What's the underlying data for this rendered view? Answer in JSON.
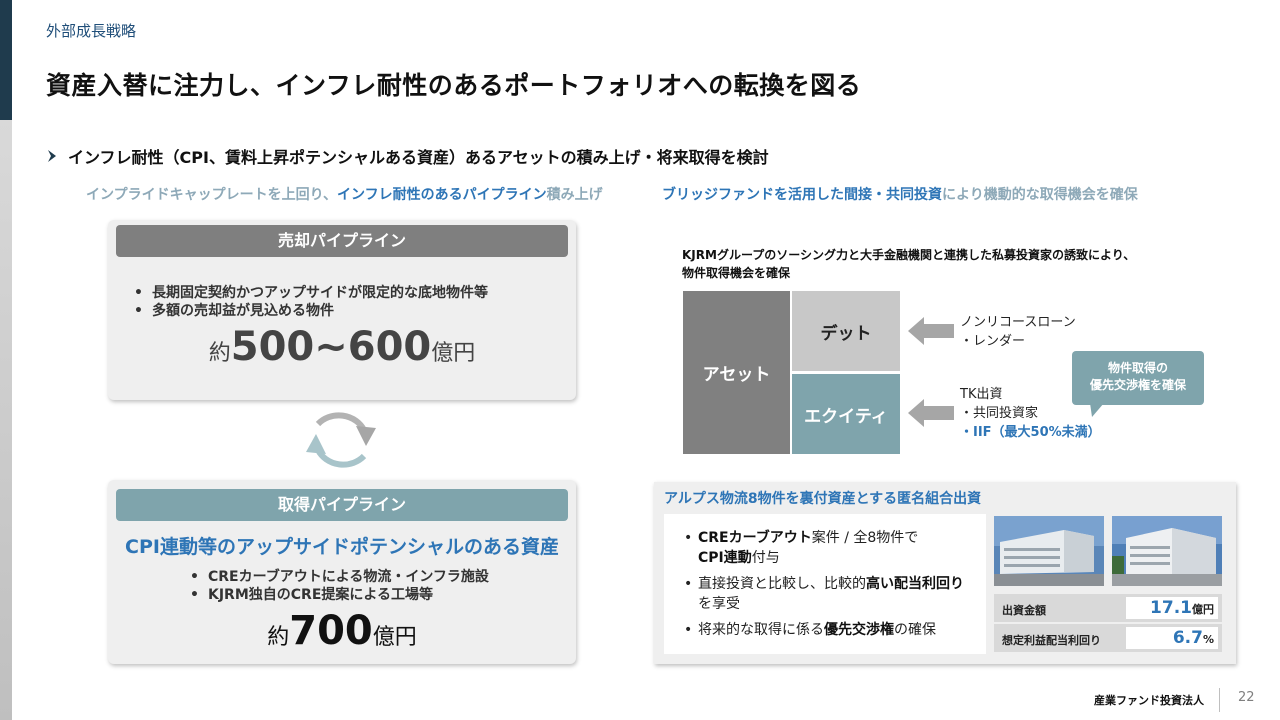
{
  "section_label": "外部成長戦略",
  "title": "資産入替に注力し、インフレ耐性のあるポートフォリオへの転換を図る",
  "bullet_heading": "インフレ耐性（CPI、賃料上昇ポテンシャルある資産）あるアセットの積み上げ・将来取得を検討",
  "left": {
    "subhead_pre": "インプライドキャップレートを上回り、",
    "subhead_hl": "インフレ耐性のあるパイプライン",
    "subhead_post": "積み上げ",
    "sale": {
      "header": "売却パイプライン",
      "items": [
        "長期固定契約かつアップサイドが限定的な底地物件等",
        "多額の売却益が見込める物件"
      ],
      "amount_prefix": "約",
      "amount_value": "500~600",
      "amount_unit": "億円"
    },
    "acquisition": {
      "header": "取得パイプライン",
      "title": "CPI連動等のアップサイドポテンシャルのある資産",
      "items": [
        "CREカーブアウトによる物流・インフラ施設",
        "KJRM独自のCRE提案による工場等"
      ],
      "amount_prefix": "約",
      "amount_value": "700",
      "amount_unit": "億円"
    }
  },
  "right": {
    "subhead_hl": "ブリッジファンドを活用した間接・共同投資",
    "subhead_post": "により機動的な取得機会を確保",
    "note_line1": "KJRMグループのソーシング力と大手金融機関と連携した私募投資家の誘致により、",
    "note_line2": "物件取得機会を確保",
    "stack": {
      "asset": "アセット",
      "debt": "デット",
      "equity": "エクイティ"
    },
    "debt_src": {
      "line1": "ノンリコースローン",
      "line2": "・レンダー"
    },
    "equity_src": {
      "line1": "TK出資",
      "line2": "・共同投資家",
      "line3": "・IIF（最大50%未満）"
    },
    "bubble": {
      "line1": "物件取得の",
      "line2": "優先交渉権を確保"
    },
    "tk": {
      "title": "アルプス物流8物件を裏付資産とする匿名組合出資",
      "item1_a": "CREカーブアウト",
      "item1_b": "案件 / 全8物件で",
      "item1_c": "CPI連動",
      "item1_d": "付与",
      "item2_a": "直接投資と比較し、比較的",
      "item2_b": "高い配当利回り",
      "item2_c": "を享受",
      "item3_a": "将来的な取得に係る",
      "item3_b": "優先交渉権",
      "item3_c": "の確保",
      "metrics": [
        {
          "label": "出資金額",
          "value": "17.1",
          "unit": "億円"
        },
        {
          "label": "想定利益配当利回り",
          "value": "6.7",
          "unit": "%"
        }
      ]
    }
  },
  "footer": {
    "company": "産業ファンド投資法人",
    "page": "22"
  },
  "colors": {
    "navy": "#1f3b4d",
    "blue": "#2e75b6",
    "teal": "#7fa4ac",
    "gray": "#808080"
  }
}
